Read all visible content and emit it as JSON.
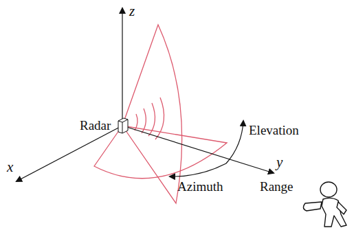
{
  "diagram": {
    "labels": [
      "z",
      "x",
      "y",
      "Radar",
      "Elevation",
      "Azimuth",
      "Range"
    ]
  }
}
